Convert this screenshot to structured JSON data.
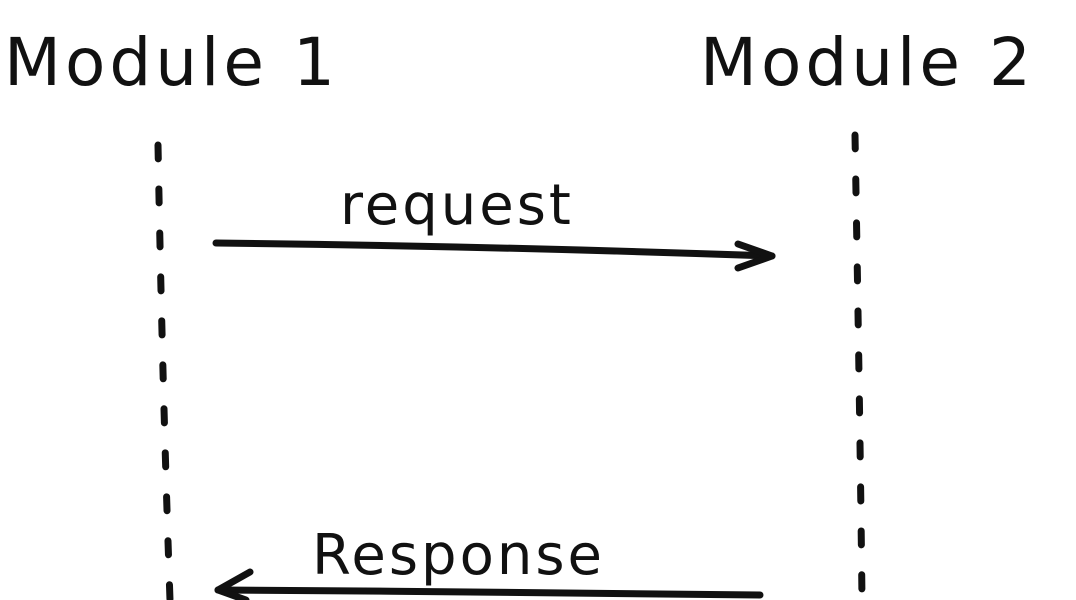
{
  "diagram": {
    "participants": [
      {
        "label": "Module 1"
      },
      {
        "label": "Module 2"
      }
    ],
    "messages": [
      {
        "label": "request",
        "from": "Module 1",
        "to": "Module 2"
      },
      {
        "label": "Response",
        "from": "Module 2",
        "to": "Module 1"
      }
    ],
    "ink_color": "#111111",
    "background_color": "#ffffff"
  }
}
